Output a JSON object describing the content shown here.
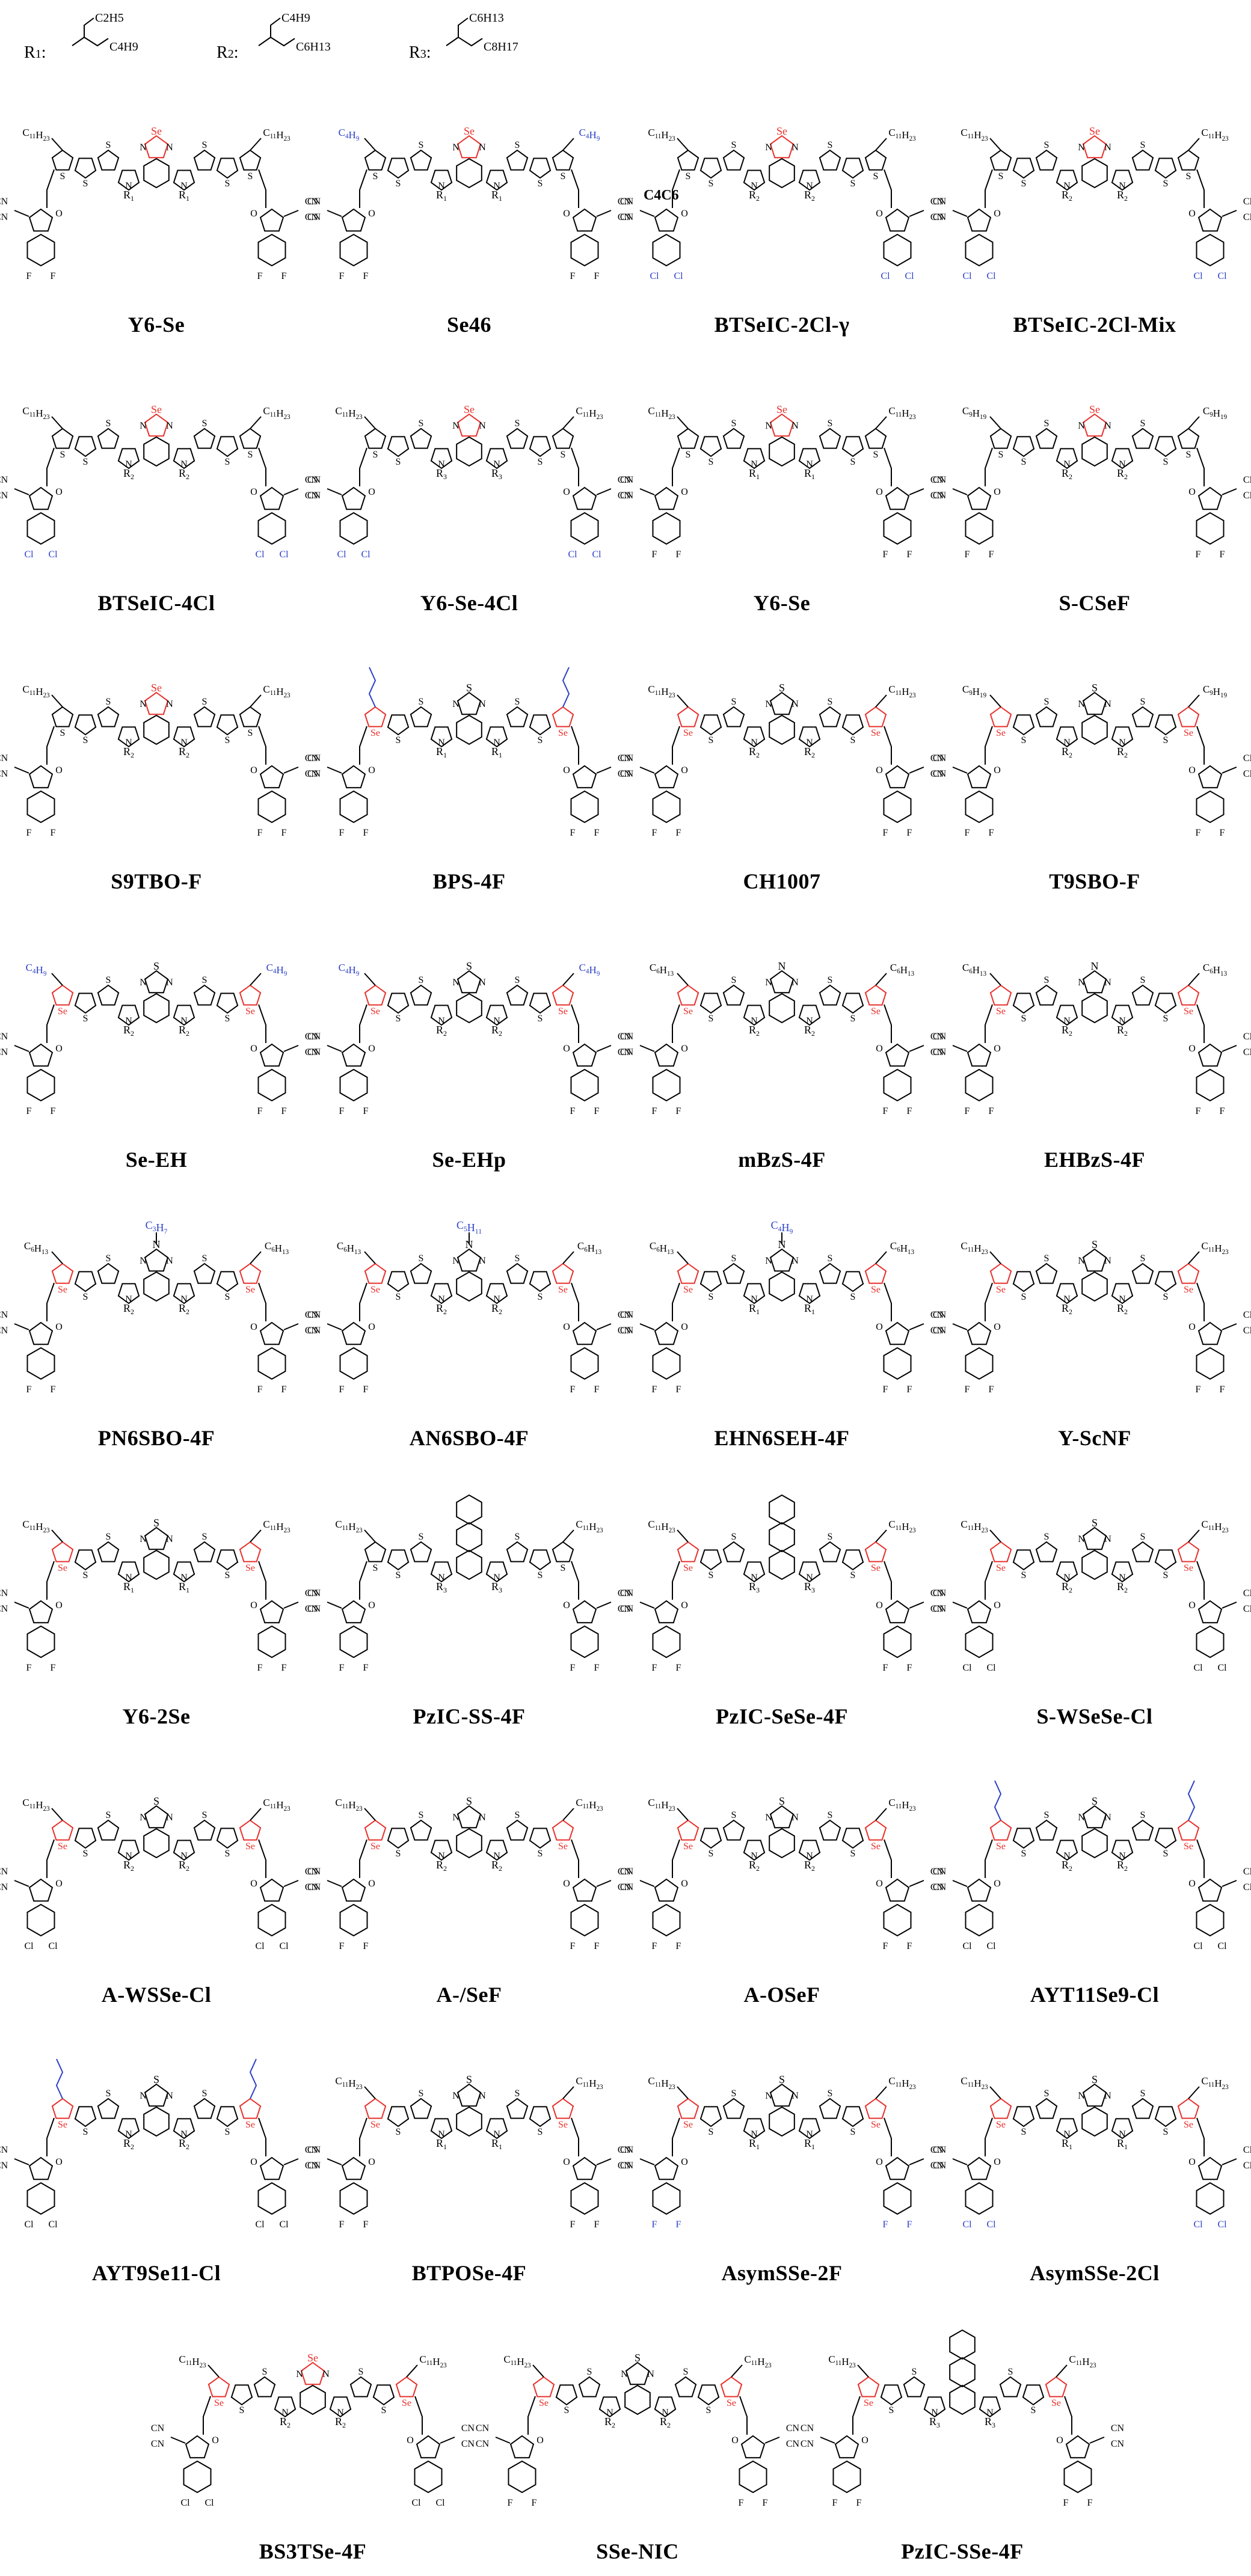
{
  "r_groups": [
    {
      "label": "R",
      "sub": "1",
      "branch_a": "C2H5",
      "branch_b": "C4H9"
    },
    {
      "label": "R",
      "sub": "2",
      "branch_a": "C4H9",
      "branch_b": "C6H13"
    },
    {
      "label": "R",
      "sub": "3",
      "branch_a": "C6H13",
      "branch_b": "C8H17"
    }
  ],
  "stray_label": "C4C6",
  "colors": {
    "bond": "#000000",
    "selenium": "#e8302b",
    "chlorine_fluorine": "#2a3fc8",
    "sidechain": "#2a3fc8"
  },
  "molecules": [
    {
      "name": "Y6-Se",
      "core_top": "Se",
      "core_color": "red",
      "se_side": false,
      "n_label": "R1",
      "side": "C11H23",
      "halogen": "F",
      "halo_color": "black",
      "se_core": true
    },
    {
      "name": "Se46",
      "core_top": "Se",
      "core_color": "red",
      "se_side": false,
      "n_label": "R1",
      "side": "C4H9",
      "halogen": "F",
      "halo_color": "black",
      "se_core": true
    },
    {
      "name": "BTSeIC-2Cl-γ",
      "core_top": "Se",
      "core_color": "red",
      "se_side": false,
      "n_label": "R2",
      "side": "C11H23",
      "halogen": "Cl",
      "halo_color": "blue",
      "se_core": true
    },
    {
      "name": "BTSeIC-2Cl-Mix",
      "core_top": "Se",
      "core_color": "red",
      "se_side": false,
      "n_label": "R2",
      "side": "C11H23",
      "halogen": "Cl",
      "halo_color": "blue",
      "se_core": true
    },
    {
      "name": "BTSeIC-4Cl",
      "core_top": "Se",
      "core_color": "red",
      "se_side": false,
      "n_label": "R2",
      "side": "C11H23",
      "halogen": "Cl",
      "halo_color": "blue",
      "se_core": true
    },
    {
      "name": "Y6-Se-4Cl",
      "core_top": "Se",
      "core_color": "red",
      "se_side": false,
      "n_label": "R3",
      "side": "C11H23",
      "halogen": "Cl",
      "halo_color": "blue",
      "se_core": true
    },
    {
      "name": "Y6-Se",
      "core_top": "Se",
      "core_color": "red",
      "se_side": false,
      "n_label": "R1",
      "side": "C11H23",
      "halogen": "F",
      "halo_color": "black",
      "se_core": true
    },
    {
      "name": "S-CSeF",
      "core_top": "Se",
      "core_color": "red",
      "se_side": false,
      "n_label": "R2",
      "side": "C9H19",
      "halogen": "F",
      "halo_color": "black",
      "se_core": true
    },
    {
      "name": "S9TBO-F",
      "core_top": "Se",
      "core_color": "red",
      "se_side": false,
      "n_label": "R2",
      "side": "C11H23",
      "halogen": "F",
      "halo_color": "black",
      "se_core": true
    },
    {
      "name": "BPS-4F",
      "core_top": "S",
      "core_color": "black",
      "se_side": true,
      "n_label": "R1",
      "side": "",
      "halogen": "F",
      "halo_color": "black",
      "se_core": false
    },
    {
      "name": "CH1007",
      "core_top": "S",
      "core_color": "black",
      "se_side": true,
      "n_label": "R2",
      "side": "C11H23",
      "halogen": "F",
      "halo_color": "black",
      "se_core": false
    },
    {
      "name": "T9SBO-F",
      "core_top": "S",
      "core_color": "black",
      "se_side": true,
      "n_label": "R2",
      "side": "C9H19",
      "halogen": "F",
      "halo_color": "black",
      "se_core": false
    },
    {
      "name": "Se-EH",
      "core_top": "S",
      "core_color": "black",
      "se_side": true,
      "n_label": "R2",
      "side": "C4H9",
      "halogen": "F",
      "halo_color": "black",
      "se_core": false
    },
    {
      "name": "Se-EHp",
      "core_top": "S",
      "core_color": "black",
      "se_side": true,
      "n_label": "R2",
      "side": "C4H9",
      "halogen": "F",
      "halo_color": "black",
      "se_core": false
    },
    {
      "name": "mBzS-4F",
      "core_top": "N",
      "core_color": "black",
      "se_side": true,
      "n_label": "R2",
      "side": "C6H13",
      "halogen": "F",
      "halo_color": "black",
      "se_core": false
    },
    {
      "name": "EHBzS-4F",
      "core_top": "N",
      "core_color": "black",
      "se_side": true,
      "n_label": "R2",
      "side": "C6H13",
      "halogen": "F",
      "halo_color": "black",
      "se_core": false
    },
    {
      "name": "PN6SBO-4F",
      "core_top": "C3H7",
      "core_color": "blue",
      "se_side": true,
      "n_label": "R2",
      "side": "C6H13",
      "halogen": "F",
      "halo_color": "black",
      "se_core": false
    },
    {
      "name": "AN6SBO-4F",
      "core_top": "C5H11",
      "core_color": "blue",
      "se_side": true,
      "n_label": "R2",
      "side": "C6H13",
      "halogen": "F",
      "halo_color": "black",
      "se_core": false
    },
    {
      "name": "EHN6SEH-4F",
      "core_top": "C4H9",
      "core_color": "blue",
      "se_side": true,
      "n_label": "R1",
      "side": "C6H13",
      "halogen": "F",
      "halo_color": "black",
      "se_core": false
    },
    {
      "name": "Y-ScNF",
      "core_top": "S",
      "core_color": "black",
      "se_side": true,
      "n_label": "R2",
      "side": "C11H23",
      "halogen": "F",
      "halo_color": "black",
      "se_core": false
    },
    {
      "name": "Y6-2Se",
      "core_top": "S",
      "core_color": "black",
      "se_side": true,
      "n_label": "R1",
      "side": "C11H23",
      "halogen": "F",
      "halo_color": "black",
      "se_core": false
    },
    {
      "name": "PzIC-SS-4F",
      "core_top": "",
      "core_color": "black",
      "se_side": false,
      "n_label": "R3",
      "side": "C11H23",
      "halogen": "F",
      "halo_color": "black",
      "se_core": false
    },
    {
      "name": "PzIC-SeSe-4F",
      "core_top": "",
      "core_color": "black",
      "se_side": true,
      "n_label": "R3",
      "side": "C11H23",
      "halogen": "F",
      "halo_color": "black",
      "se_core": false
    },
    {
      "name": "S-WSeSe-Cl",
      "core_top": "S",
      "core_color": "black",
      "se_side": true,
      "n_label": "R2",
      "side": "C11H23",
      "halogen": "Cl",
      "halo_color": "black",
      "se_core": false
    },
    {
      "name": "A-WSSe-Cl",
      "core_top": "S",
      "core_color": "black",
      "se_side": true,
      "n_label": "R2",
      "side": "C11H23",
      "halogen": "Cl",
      "halo_color": "black",
      "se_core": false
    },
    {
      "name": "A-/SeF",
      "core_top": "S",
      "core_color": "black",
      "se_side": true,
      "n_label": "R2",
      "side": "C11H23",
      "halogen": "F",
      "halo_color": "black",
      "se_core": false
    },
    {
      "name": "A-OSeF",
      "core_top": "S",
      "core_color": "black",
      "se_side": true,
      "n_label": "R2",
      "side": "C11H23",
      "halogen": "F",
      "halo_color": "black",
      "se_core": false
    },
    {
      "name": "AYT11Se9-Cl",
      "core_top": "S",
      "core_color": "black",
      "se_side": true,
      "n_label": "R2",
      "side": "",
      "halogen": "Cl",
      "halo_color": "black",
      "se_core": false
    },
    {
      "name": "AYT9Se11-Cl",
      "core_top": "S",
      "core_color": "black",
      "se_side": true,
      "n_label": "R2",
      "side": "",
      "halogen": "Cl",
      "halo_color": "black",
      "se_core": false
    },
    {
      "name": "BTPOSe-4F",
      "core_top": "S",
      "core_color": "black",
      "se_side": true,
      "n_label": "R1",
      "side": "C11H23",
      "halogen": "F",
      "halo_color": "black",
      "se_core": false
    },
    {
      "name": "AsymSSe-2F",
      "core_top": "S",
      "core_color": "black",
      "se_side": true,
      "n_label": "R1",
      "side": "C11H23",
      "halogen": "F",
      "halo_color": "blue",
      "se_core": false
    },
    {
      "name": "AsymSSe-2Cl",
      "core_top": "S",
      "core_color": "black",
      "se_side": true,
      "n_label": "R1",
      "side": "C11H23",
      "halogen": "Cl",
      "halo_color": "blue",
      "se_core": false
    },
    {
      "name": "BS3TSe-4F",
      "core_top": "Se",
      "core_color": "red",
      "se_side": true,
      "n_label": "R2",
      "side": "C11H23",
      "halogen": "Cl",
      "halo_color": "black",
      "se_core": true
    },
    {
      "name": "SSe-NIC",
      "core_top": "S",
      "core_color": "black",
      "se_side": true,
      "n_label": "R2",
      "side": "C11H23",
      "halogen": "F",
      "halo_color": "black",
      "se_core": false
    },
    {
      "name": "PzIC-SSe-4F",
      "core_top": "",
      "core_color": "black",
      "se_side": true,
      "n_label": "R3",
      "side": "C11H23",
      "halogen": "F",
      "halo_color": "black",
      "se_core": false
    }
  ]
}
